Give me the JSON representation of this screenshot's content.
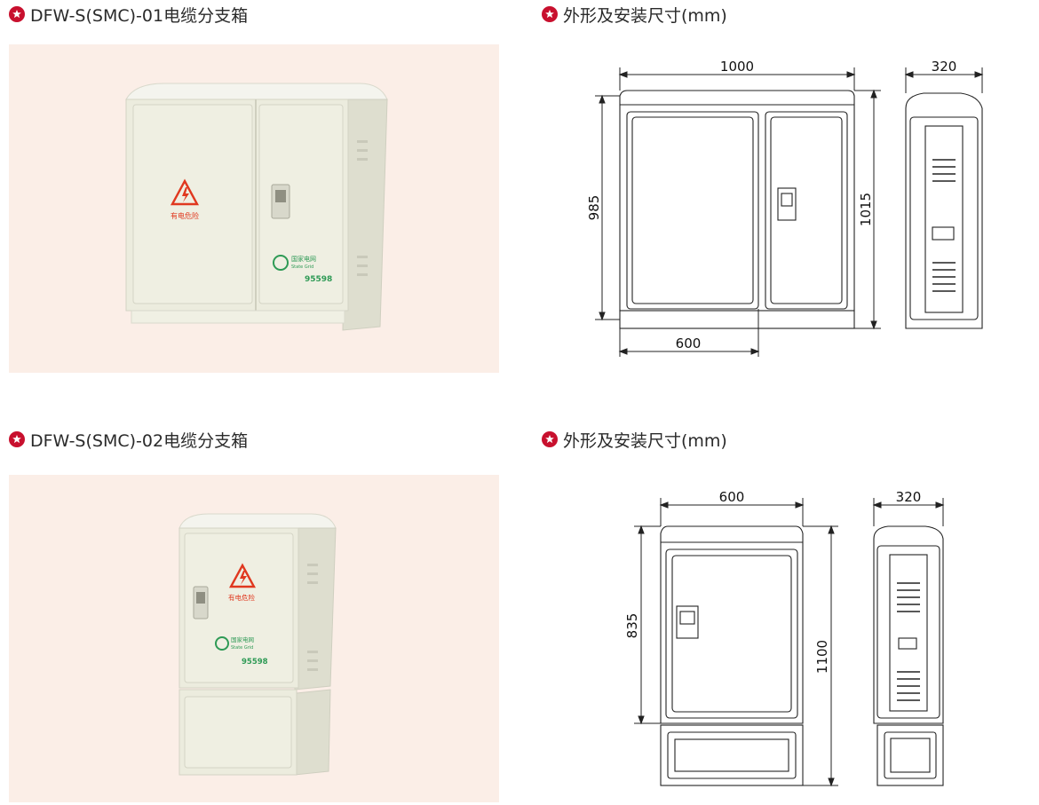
{
  "sections": [
    {
      "product_title": "DFW-S(SMC)-01电缆分支箱",
      "drawing_title": "外形及安装尺寸(mm)",
      "photo": {
        "warning_text": "有电危险",
        "logo_text_cn": "国家电网",
        "logo_text_en": "State Grid",
        "hotline": "95598"
      },
      "dims": {
        "width": "1000",
        "depth": "320",
        "height": "985",
        "total_height": "1015",
        "door": "600"
      }
    },
    {
      "product_title": "DFW-S(SMC)-02电缆分支箱",
      "drawing_title": "外形及安装尺寸(mm)",
      "photo": {
        "warning_text": "有电危险",
        "logo_text_cn": "国家电网",
        "logo_text_en": "State Grid",
        "hotline": "95598"
      },
      "dims": {
        "width": "600",
        "depth": "320",
        "height": "835",
        "total_height": "1100"
      }
    }
  ],
  "colors": {
    "accent": "#c8102e",
    "panel_bg": "#fbeee7",
    "cabinet": "#ececde",
    "warning": "#e0381f",
    "logo_green": "#2e9a55"
  }
}
